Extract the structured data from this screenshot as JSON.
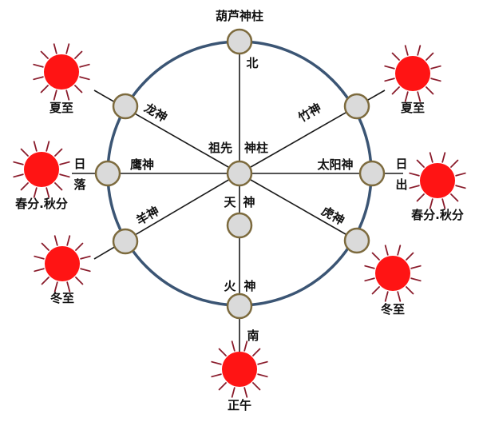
{
  "colors": {
    "ring": "#3b5574",
    "node_fill": "#dadada",
    "node_border": "#7d6b3e",
    "sun": "#ff1414",
    "sun_rays": "#8a1c2c",
    "line": "#1a1a1a"
  },
  "labels": {
    "top_pillar": "葫芦神柱",
    "north": "北",
    "south": "南",
    "dragon_god": "龙神",
    "bamboo_god": "竹神",
    "eagle_god": "鹰神",
    "sun_god": "太阳神",
    "sheep_god": "羊神",
    "tiger_god": "虎神",
    "ancestor_left": "祖先",
    "ancestor_right": "神柱",
    "sky_left": "天",
    "sky_right": "神",
    "fire_left": "火",
    "fire_right": "神",
    "sunset_top": "日",
    "sunset_bottom": "落",
    "sunrise_top": "日",
    "sunrise_bottom": "出"
  },
  "suns": [
    {
      "id": "summer-solstice-west",
      "label": "夏至"
    },
    {
      "id": "summer-solstice-east",
      "label": "夏至"
    },
    {
      "id": "equinox-west",
      "label": "春分.秋分"
    },
    {
      "id": "equinox-east",
      "label": "春分.秋分"
    },
    {
      "id": "winter-solstice-west",
      "label": "冬至"
    },
    {
      "id": "winter-solstice-east",
      "label": "冬至"
    },
    {
      "id": "noon",
      "label": "正午"
    }
  ]
}
